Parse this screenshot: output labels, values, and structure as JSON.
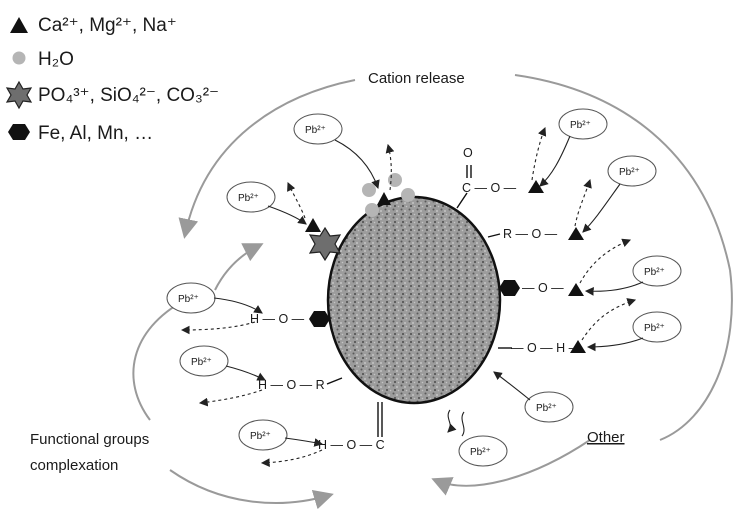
{
  "legend": {
    "cations": "Ca²⁺, Mg²⁺, Na⁺",
    "water": "H₂O",
    "anions": "PO₄³⁺, SiO₄²⁻, CO₃²⁻",
    "metals": "Fe, Al, Mn, …"
  },
  "labels": {
    "cation_release": "Cation release",
    "functional_groups_line1": "Functional groups",
    "functional_groups_line2": "complexation",
    "other": "Other"
  },
  "lead_ion": "Pb²⁺",
  "groups": {
    "carboxyl_o_top": "O",
    "carboxyl_chain": "C — O —",
    "r_o": "R — O —",
    "o_only": "— O —",
    "o_h": "— O — H —",
    "h_o_left": "H — O —",
    "h_o_r": "H — O — R",
    "h_o_c": "H — O — C"
  },
  "colors": {
    "particle": "#8a8a8a",
    "water": "#b5b5b5",
    "anion": "#6e6e6e",
    "arrow": "#9a9a9a"
  }
}
